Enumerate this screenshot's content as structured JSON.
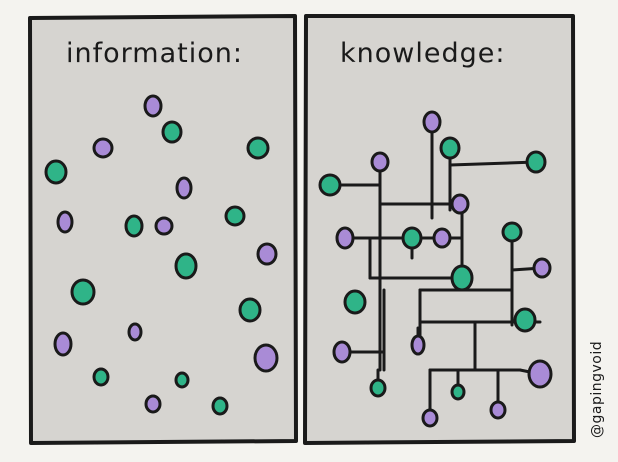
{
  "comic": {
    "left_panel": {
      "title": "information:"
    },
    "right_panel": {
      "title": "knowledge:"
    },
    "credit": "@gapingvoid"
  },
  "colors": {
    "panel_fill": "#d6d4d0",
    "outline": "#1a1a1a",
    "dot_purple": "#a98bd6",
    "dot_green": "#2fb488",
    "page_background": "#f4f3ef"
  }
}
